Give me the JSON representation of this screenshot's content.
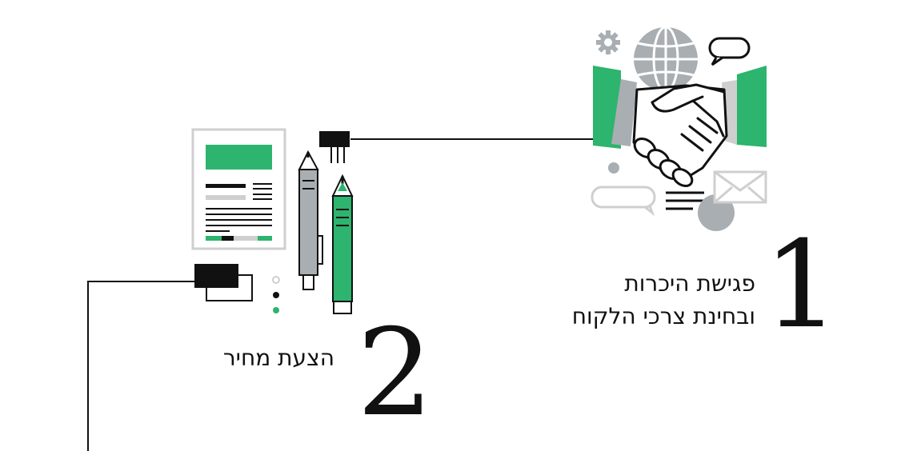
{
  "steps": [
    {
      "number": "1",
      "line1": "פגישת היכרות",
      "line2": "ובחינת צרכי הלקוח"
    },
    {
      "number": "2",
      "line1": "הצעת מחיר"
    }
  ],
  "icons": {
    "step1_illustration": [
      "handshake-icon",
      "globe-icon",
      "gear-icon",
      "speech-bubble-icon",
      "envelope-icon",
      "chat-bubble-icon"
    ],
    "step2_illustration": [
      "document-icon",
      "pencil-icon",
      "pen-icon"
    ]
  },
  "colors": {
    "accent_green": "#2db46e",
    "gray": "#a9aeb2",
    "light_gray": "#cfcfcf",
    "ink": "#111111"
  }
}
